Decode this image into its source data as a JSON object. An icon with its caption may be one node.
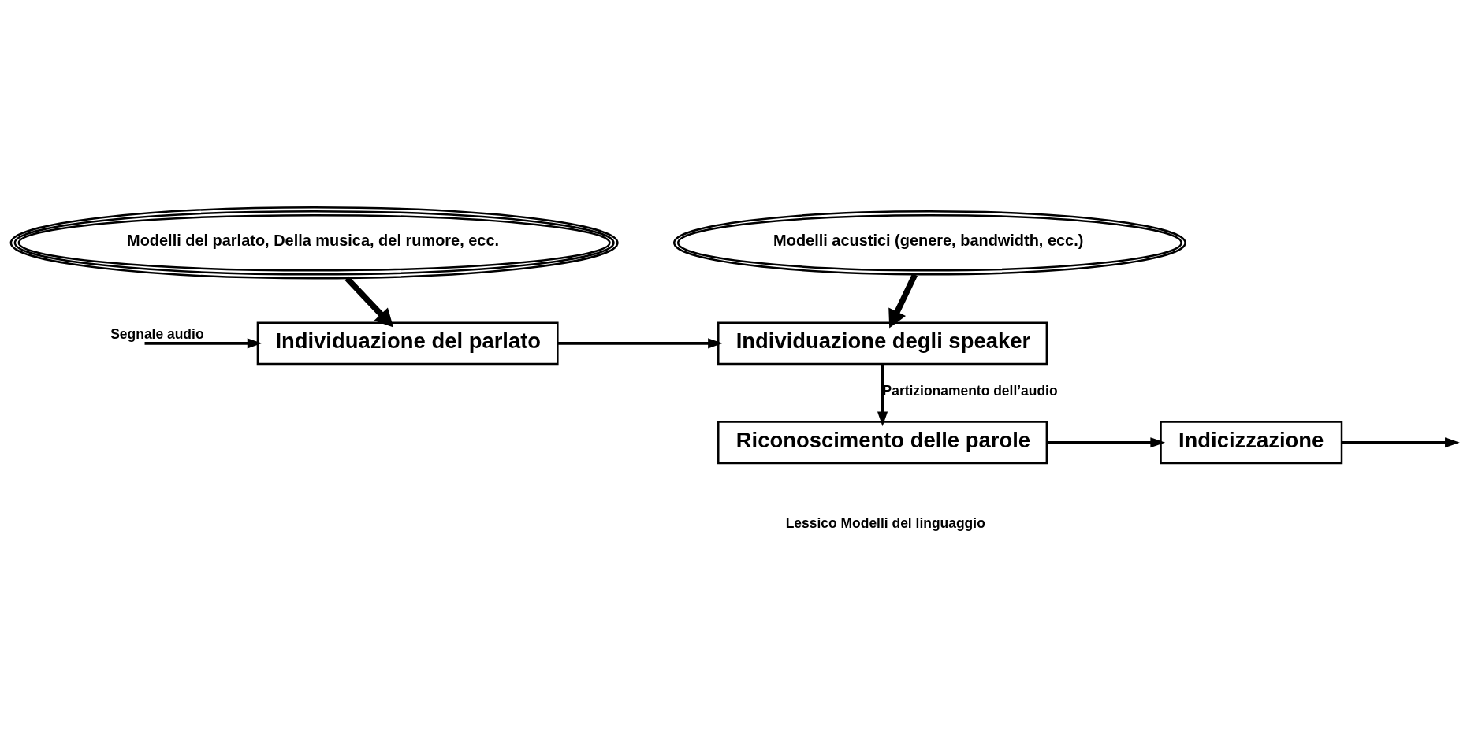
{
  "diagram": {
    "nodes": [
      {
        "text": [
          "Modelli del parlato, Della musica, del rumore, ecc."
        ]
      },
      {
        "text": [
          "Individuazione del parlato"
        ]
      },
      {
        "text": [
          "Modelli acustici (genere, bandwidth, ecc.)"
        ]
      },
      {
        "text": [
          "Individuazione degli speaker"
        ]
      },
      {
        "text": [
          "Riconoscimento delle parole"
        ]
      },
      {
        "text": [
          "Indicizzazione"
        ]
      }
    ],
    "edges": [
      {
        "from": 0,
        "to": 1,
        "arrow": "to",
        "style": "thick"
      },
      {
        "from": null,
        "to": 1,
        "arrow": "to",
        "label": "Segnale audio"
      },
      {
        "from": 1,
        "to": 3,
        "arrow": "to"
      },
      {
        "from": 2,
        "to": 3,
        "arrow": "to",
        "style": "thick"
      },
      {
        "from": 3,
        "to": 4,
        "arrow": "to",
        "label": "Partizionamento dell’audio"
      },
      {
        "from": 4,
        "to": 5,
        "arrow": "to"
      },
      {
        "from": 5,
        "to": null,
        "arrow": "to"
      }
    ],
    "labels": [
      "Lessico Modelli del linguaggio"
    ]
  }
}
